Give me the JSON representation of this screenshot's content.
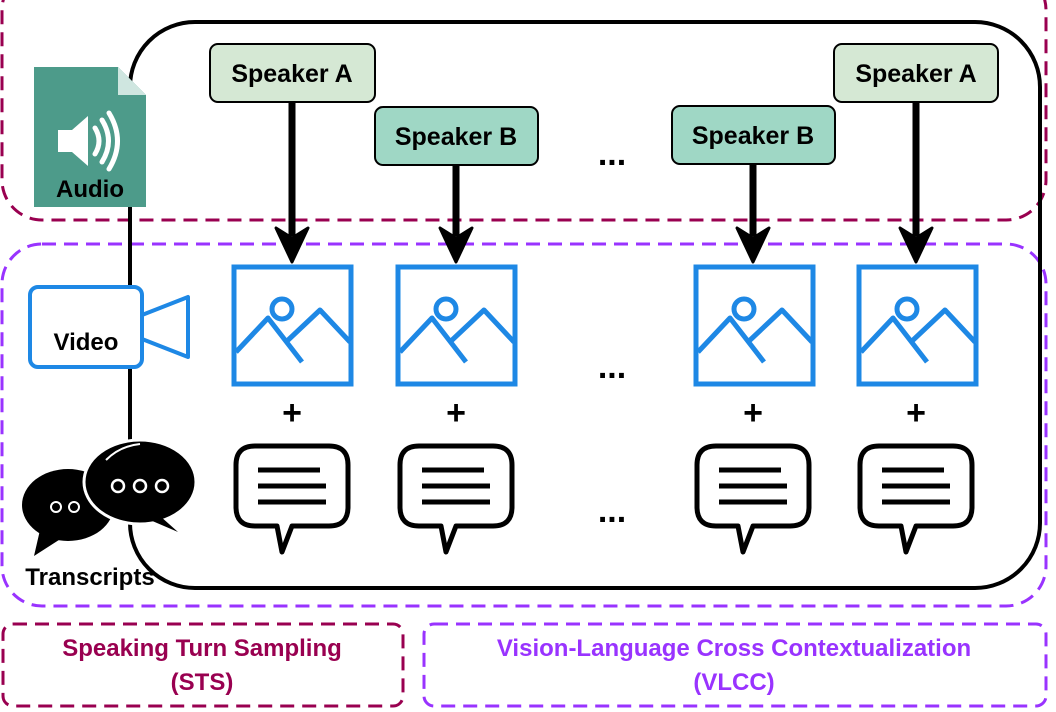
{
  "modalities": {
    "audio": "Audio",
    "video": "Video",
    "transcripts": "Transcripts"
  },
  "speakers": [
    {
      "label": "Speaker A",
      "role": "A"
    },
    {
      "label": "Speaker B",
      "role": "B"
    },
    {
      "label": "Speaker B",
      "role": "B"
    },
    {
      "label": "Speaker A",
      "role": "A"
    }
  ],
  "ellipsis": "...",
  "plus": "+",
  "legend": {
    "sts_line1": "Speaking Turn Sampling",
    "sts_line2": "(STS)",
    "vlcc_line1": "Vision-Language Cross Contextualization",
    "vlcc_line2": "(VLCC)"
  },
  "colors": {
    "sts_border": "#990050",
    "vlcc_border": "#9933ff",
    "speaker_a_fill": "#d5e8d4",
    "speaker_b_fill": "#9fd7c5",
    "image_icon": "#1e88e5",
    "audio_file": "#4d9b8a",
    "video_icon": "#1e88e5"
  }
}
